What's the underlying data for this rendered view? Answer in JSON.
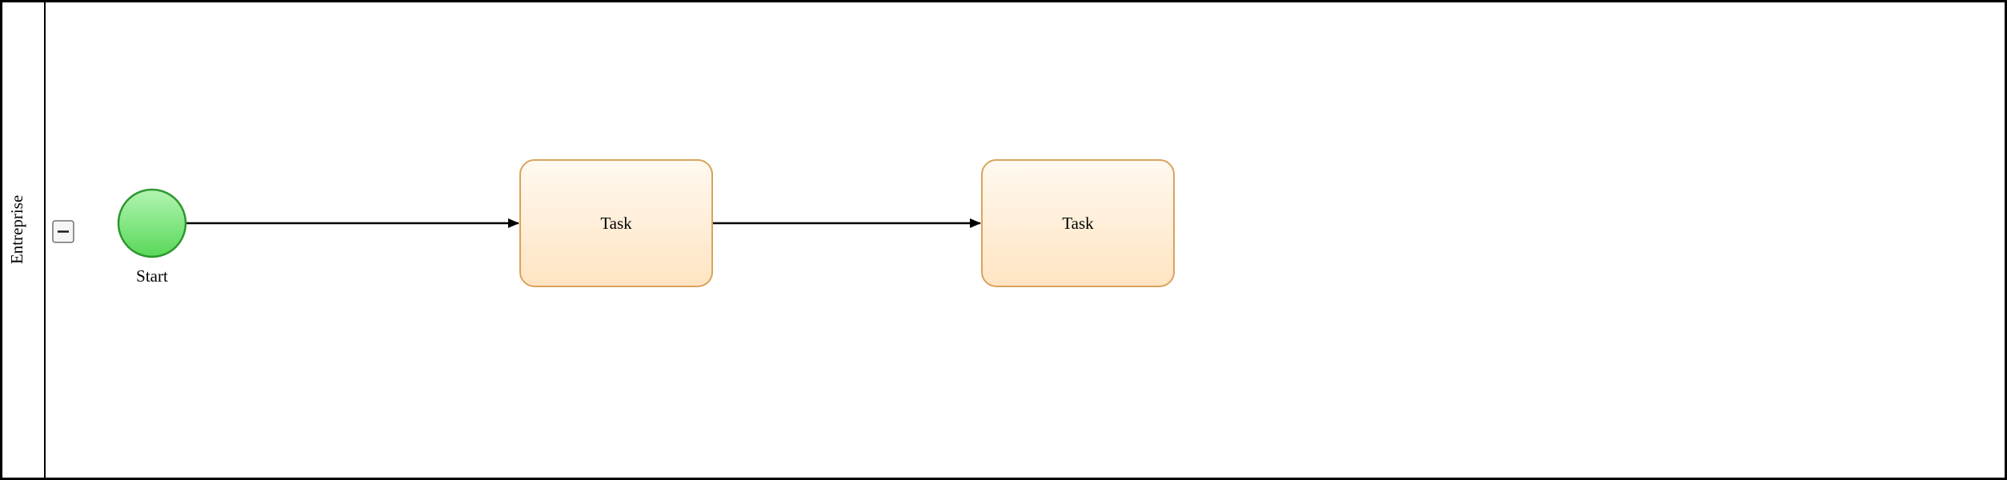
{
  "pool": {
    "label": "Entreprise",
    "collapse_button": {
      "icon": "minus-icon",
      "glyph": "−"
    }
  },
  "nodes": {
    "start_event": {
      "type": "bpmn-start-event",
      "label": "Start"
    },
    "task_1": {
      "type": "bpmn-task",
      "label": "Task"
    },
    "task_2": {
      "type": "bpmn-task",
      "label": "Task"
    }
  },
  "connections": [
    {
      "from": "start_event",
      "to": "task_1"
    },
    {
      "from": "task_1",
      "to": "task_2"
    }
  ],
  "colors": {
    "background": "#ffffff",
    "pool_border": "#000000",
    "lane_divider": "#000000",
    "start_fill_top": "#b2f5b2",
    "start_fill_bottom": "#58d858",
    "start_stroke": "#2e962e",
    "task_fill_top": "#fff9f0",
    "task_fill_bottom": "#ffe4c2",
    "task_stroke": "#d9a35c",
    "arrow": "#000000",
    "collapse_fill": "#f5f5f5",
    "collapse_stroke": "#707070",
    "collapse_glyph": "#1a1a1a"
  }
}
